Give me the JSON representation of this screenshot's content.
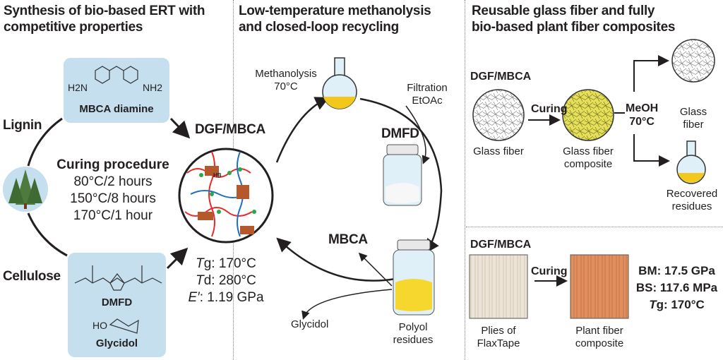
{
  "panels": [
    {
      "title_line1": "Synthesis of bio-based ERT with",
      "title_line2": "competitive properties"
    },
    {
      "title_line1": "Low-temperature methanolysis",
      "title_line2": "and closed-loop recycling"
    },
    {
      "title_line1": "Reusable glass fiber and fully",
      "title_line2": "bio-based plant fiber composites"
    }
  ],
  "synthesis": {
    "lignin": "Lignin",
    "cellulose": "Cellulose",
    "mbca_label": "MBCA diamine",
    "h2n": "H2N",
    "nh2": "NH2",
    "dmfd": "DMFD",
    "glycidol": "Glycidol",
    "ho": "HO",
    "curing_title": "Curing procedure",
    "curing_steps": [
      "80°C/2 hours",
      "150°C/8 hours",
      "170°C/1 hour"
    ],
    "network_label": "DGF/MBCA",
    "hb": "HB",
    "props": [
      {
        "sym": "T",
        "sub": "g",
        "value": ": 170°C"
      },
      {
        "sym": "T",
        "sub": "d",
        "value": ": 280°C"
      },
      {
        "sym": "E′",
        "sub": "",
        "value": ": 1.19 GPa"
      }
    ]
  },
  "recycling": {
    "methanolysis": "Methanolysis",
    "methanolysis_temp": "70°C",
    "filtration": "Filtration",
    "etoac": "EtOAc",
    "dmfd": "DMFD",
    "mbca": "MBCA",
    "glycidol": "Glycidol",
    "polyol_line1": "Polyol",
    "polyol_line2": "residues"
  },
  "glass": {
    "header": "DGF/MBCA",
    "glass_fiber": "Glass fiber",
    "curing": "Curing",
    "composite_line1": "Glass fiber",
    "composite_line2": "composite",
    "meoh": "MeOH",
    "meoh_temp": "70°C",
    "recovered_fiber_line1": "Glass",
    "recovered_fiber_line2": "fiber",
    "residues_line1": "Recovered",
    "residues_line2": "residues"
  },
  "plant": {
    "header": "DGF/MBCA",
    "flax_line1": "Plies of",
    "flax_line2": "FlaxTape",
    "curing": "Curing",
    "composite_line1": "Plant fiber",
    "composite_line2": "composite",
    "bm": "BM: 17.5 GPa",
    "bs": "BS: 117.6 MPa",
    "tg_sym": "T",
    "tg_sub": "g",
    "tg_value": ": 170°C"
  },
  "colors": {
    "box": "#c5dfee",
    "brown": "#b5582b",
    "yellow": "#f2c81c",
    "orange": "#e09060"
  }
}
